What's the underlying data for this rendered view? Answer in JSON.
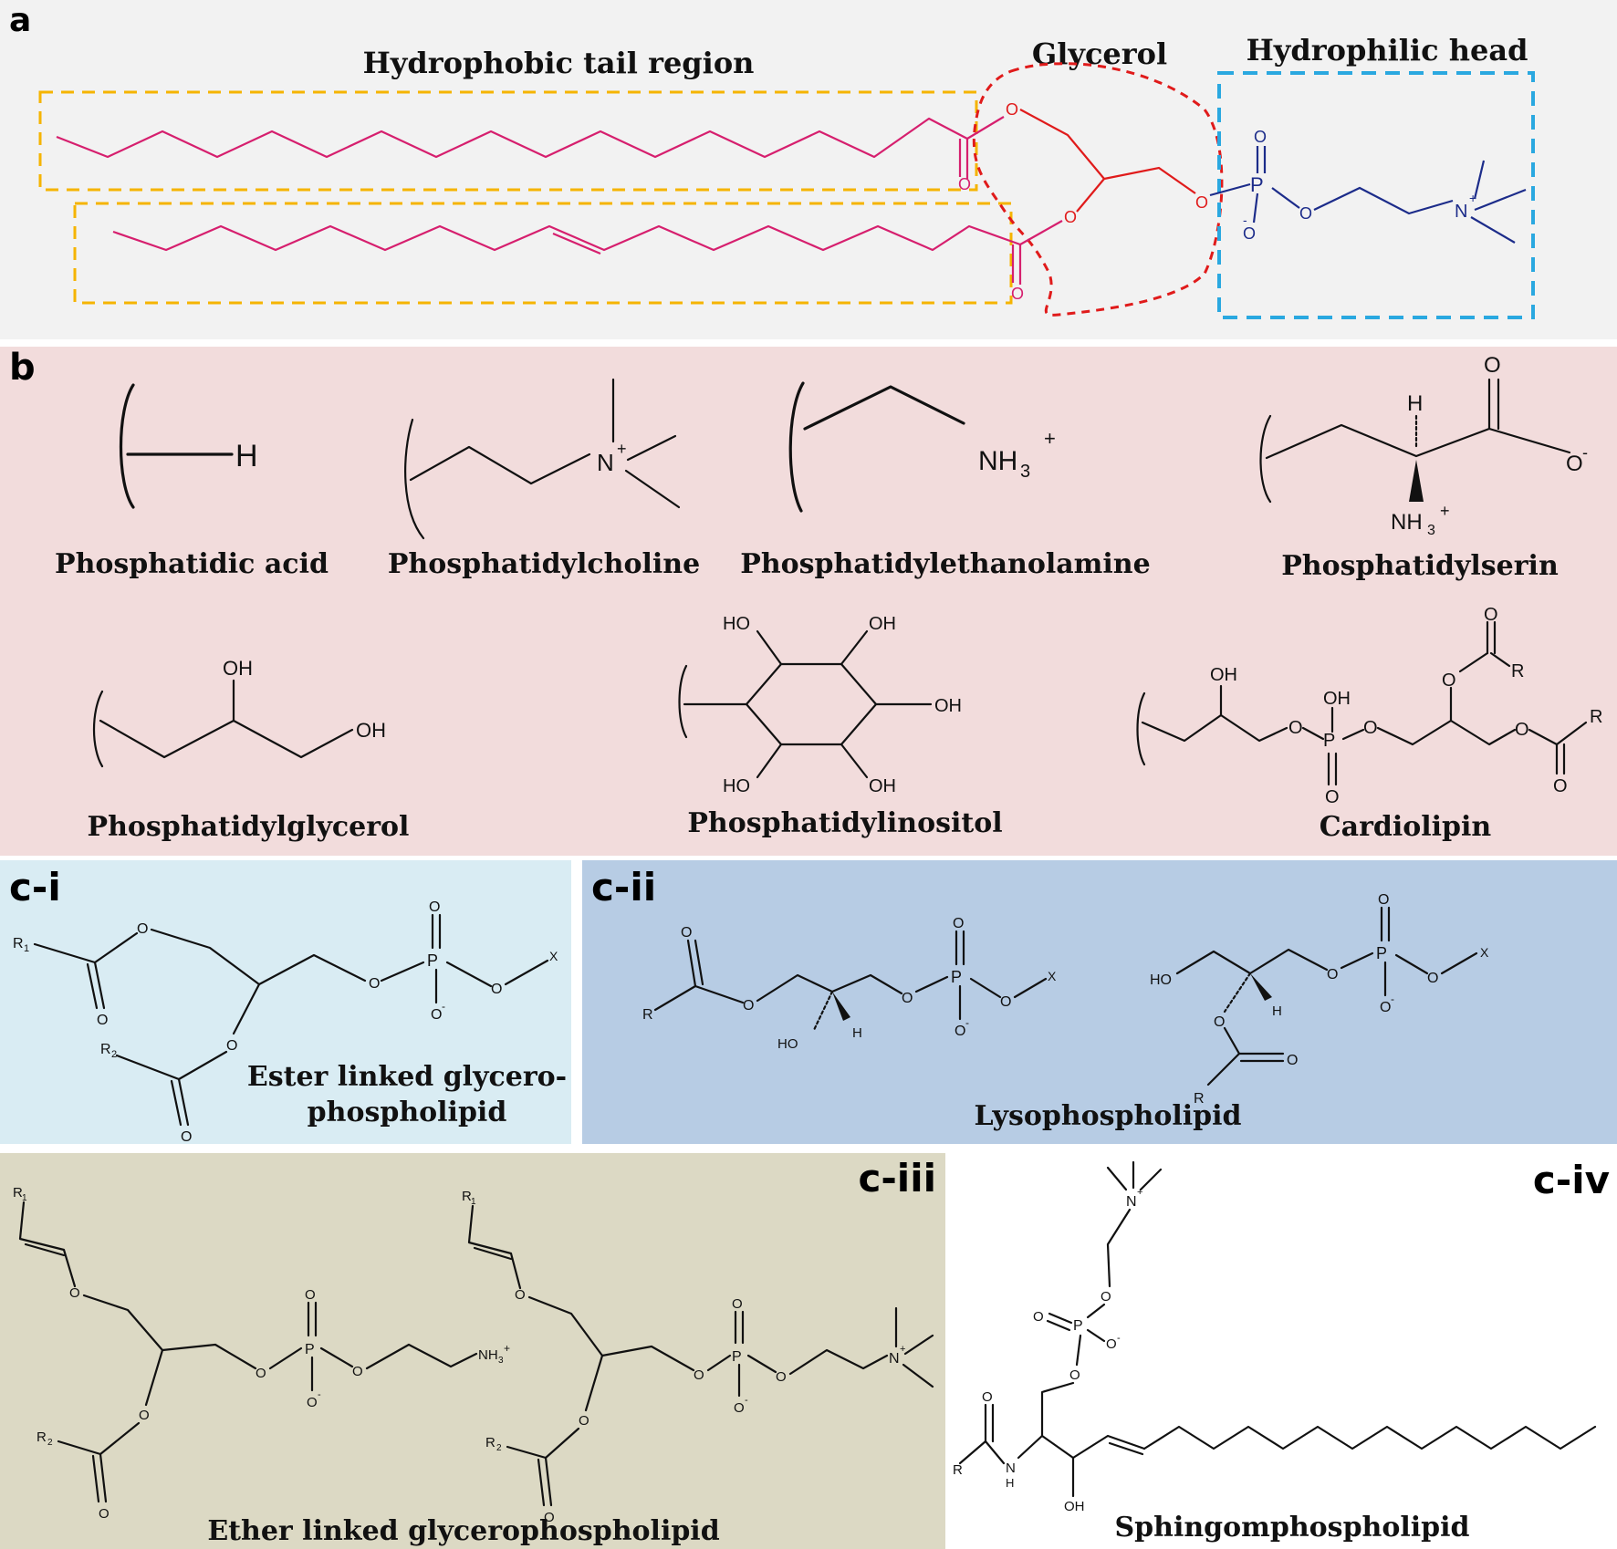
{
  "panel_a": {
    "letter": "a",
    "tail_label": "Hydrophobic tail region",
    "glycerol_label": "Glycerol",
    "head_label": "Hydrophilic head",
    "colors": {
      "tail": "#d61f6e",
      "glycerol": "#e01b1b",
      "head": "#1c2c8a",
      "tail_box": "#f5b400",
      "glycerol_outline": "#e01b1b",
      "head_box": "#2aa8e0"
    },
    "atoms": {
      "o": "O",
      "p": "P",
      "n": "N",
      "plus": "+",
      "minus": "-"
    }
  },
  "panel_b": {
    "letter": "b",
    "names": {
      "pa": "Phosphatidic acid",
      "pc": "Phosphatidylcholine",
      "pe": "Phosphatidylethanolamine",
      "ps": "Phosphatidylserin",
      "pg": "Phosphatidylglycerol",
      "pi": "Phosphatidylinositol",
      "cl": "Cardiolipin"
    },
    "atoms": {
      "h": "H",
      "n": "N",
      "plus": "+",
      "nh3": "NH",
      "three": "3",
      "o": "O",
      "ominus": "O",
      "minus": "-",
      "oh": "OH",
      "ho": "HO",
      "p": "P",
      "r": "R"
    }
  },
  "panel_ci": {
    "letter": "c-i",
    "caption_line1": "Ester linked glycero-",
    "caption_line2": "phospholipid",
    "atoms": {
      "r1": "R",
      "r2": "R",
      "sub1": "1",
      "sub2": "2",
      "o": "O",
      "p": "P",
      "x": "X",
      "minus": "-"
    }
  },
  "panel_cii": {
    "letter": "c-ii",
    "caption": "Lysophospholipid",
    "atoms": {
      "r": "R",
      "o": "O",
      "p": "P",
      "x": "X",
      "h": "H",
      "ho": "HO",
      "minus": "-"
    }
  },
  "panel_ciii": {
    "letter": "c-iii",
    "caption": "Ether linked glycerophospholipid",
    "atoms": {
      "r1": "R",
      "r2": "R",
      "sub1": "1",
      "sub2": "2",
      "o": "O",
      "p": "P",
      "nh3": "NH",
      "three": "3",
      "n": "N",
      "plus": "+",
      "minus": "-"
    }
  },
  "panel_civ": {
    "letter": "c-iv",
    "caption": "Sphingomphospholipid",
    "atoms": {
      "r": "R",
      "o": "O",
      "p": "P",
      "n": "N",
      "nh": "N",
      "h": "H",
      "oh": "OH",
      "plus": "+",
      "minus": "-"
    }
  }
}
